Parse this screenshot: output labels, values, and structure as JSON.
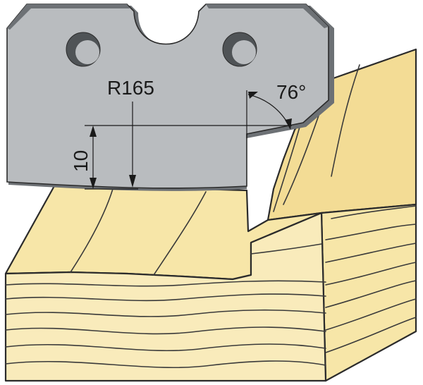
{
  "labels": {
    "radius": "R165",
    "angle": "76°",
    "height": "10"
  },
  "colors": {
    "wood_light": "#f7e6a8",
    "wood_mid": "#f3dc95",
    "wood_end": "#f9ebbb",
    "blade": "#b9bcbf",
    "blade_edge": "#6d7175",
    "blade_hole_shadow": "#4f5356",
    "outline": "#2b2b2b"
  }
}
